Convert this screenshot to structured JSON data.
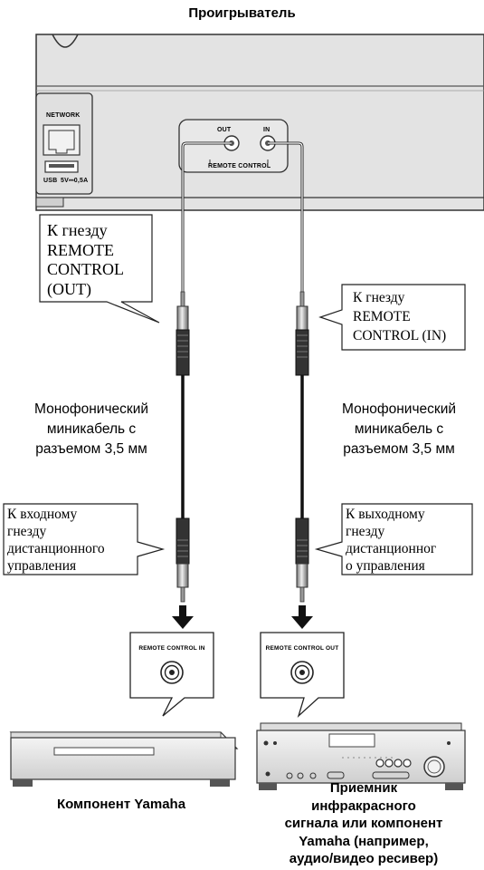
{
  "title": "Проигрыватель",
  "panel": {
    "network_label": "NETWORK",
    "usb_label": "USB",
    "usb_rating": "5V⎓0,5A",
    "out_label": "OUT",
    "in_label": "IN",
    "remote_label": "REMOTE CONTROL"
  },
  "callouts": {
    "player_out": [
      "К гнезду",
      "REMOTE",
      "CONTROL",
      "(OUT)"
    ],
    "player_in": [
      "К гнезду",
      "REMOTE",
      "CONTROL (IN)"
    ],
    "left_device": [
      "К входному",
      "гнезду",
      "дистанционного",
      "управления"
    ],
    "right_device": [
      "К выходному",
      "гнезду",
      "дистанционног",
      "о управления"
    ]
  },
  "cable_label_left": [
    "Монофонический",
    "миникабель с",
    "разъемом 3,5 мм"
  ],
  "cable_label_right": [
    "Монофонический",
    "миникабель с",
    "разъемом 3,5 мм"
  ],
  "jack_in_label": "REMOTE CONTROL IN",
  "jack_out_label": "REMOTE CONTROL OUT",
  "caption_left": "Компонент Yamaha",
  "caption_right": [
    "Приемник",
    "инфракрасного",
    "сигнала или компонент",
    "Yamaha (например,",
    "аудио/видео ресивер)"
  ]
}
